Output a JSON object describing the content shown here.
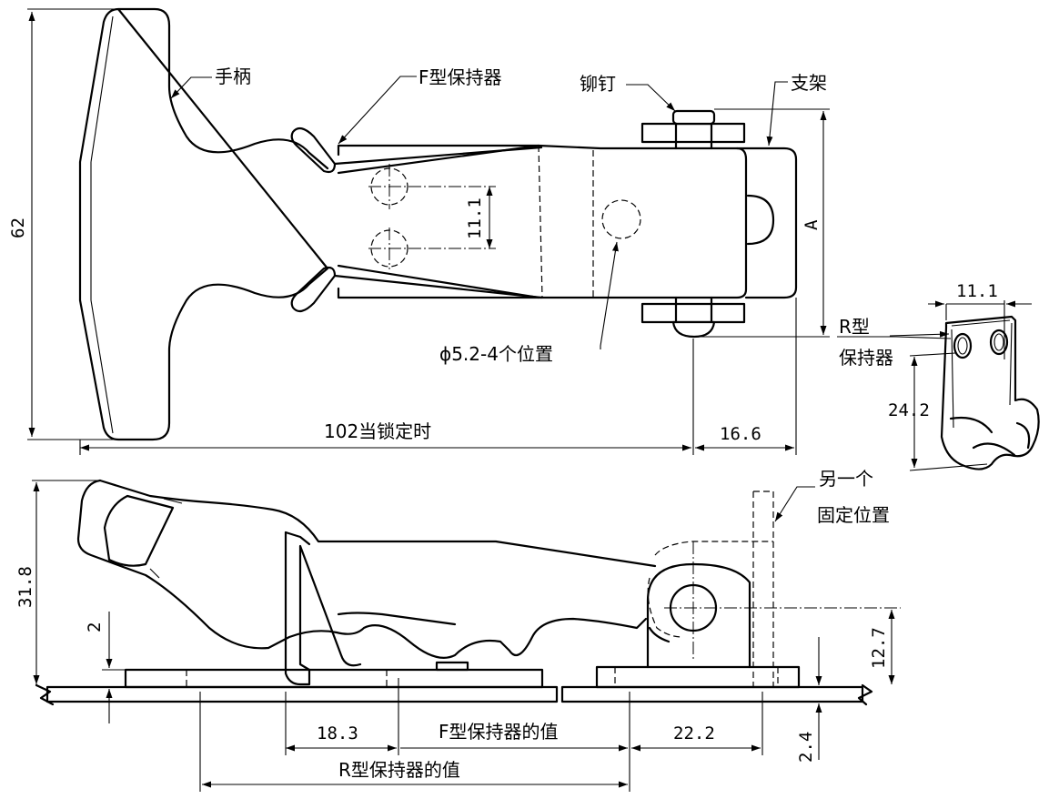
{
  "top_view": {
    "handle_label": "手柄",
    "f_keeper_label": "F型保持器",
    "rivet_label": "铆钉",
    "bracket_label": "支架",
    "holes_label": "ϕ5.2-4个位置",
    "dim_height": "62",
    "dim_hole_spacing": "11.1",
    "dim_a": "A",
    "dim_length_locked": "102当锁定时",
    "dim_offset": "16.6"
  },
  "r_keeper_view": {
    "label_line1": "R型",
    "label_line2": "保持器",
    "dim_spacing": "11.1",
    "dim_height": "24.2"
  },
  "side_view": {
    "alt_position_line1": "另一个",
    "alt_position_line2": "固定位置",
    "dim_height": "31.8",
    "dim_base": "2",
    "dim_pivot_height": "12.7",
    "dim_plate": "2.4",
    "dim_18_3": "18.3",
    "f_keeper_value": "F型保持器的值",
    "dim_22_2": "22.2",
    "r_keeper_value": "R型保持器的值"
  }
}
